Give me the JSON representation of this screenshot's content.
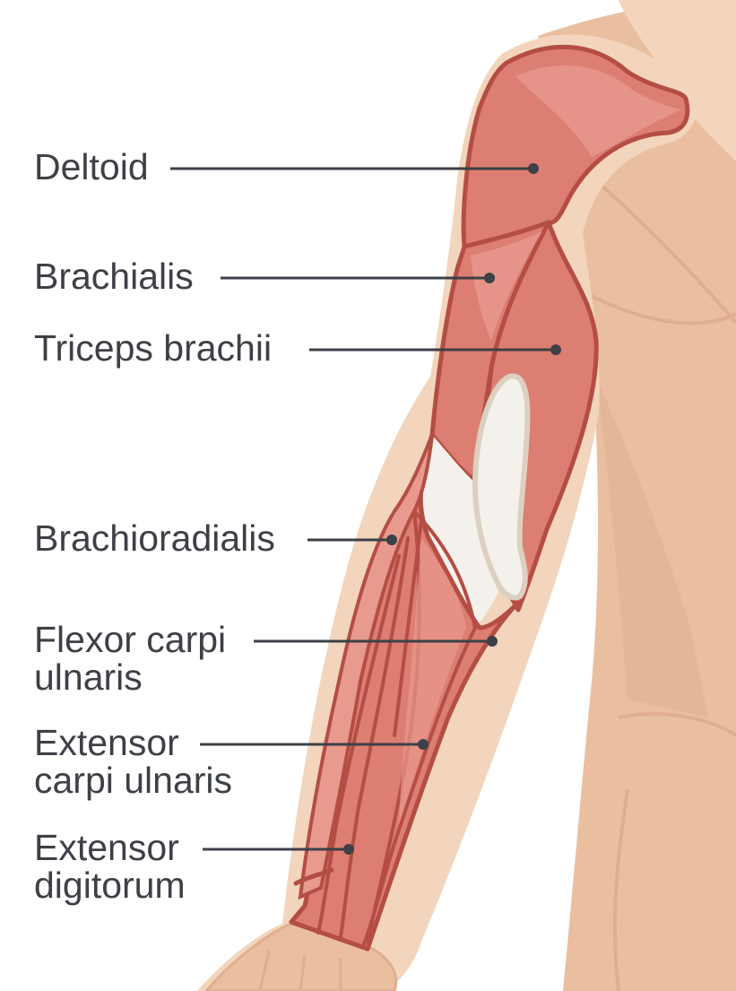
{
  "colors": {
    "skin_light": "#f2d5bc",
    "skin": "#e9bfa0",
    "skin_shadow": "#dfae8f",
    "muscle": "#dd7e72",
    "muscle_light": "#e89a8e",
    "muscle_outline": "#b44e44",
    "bone": "#f4f1ec",
    "bone_outline": "#dcd1c0",
    "leader": "#3d4047"
  },
  "labels": {
    "deltoid": {
      "lines": [
        "Deltoid"
      ]
    },
    "brachialis": {
      "lines": [
        "Brachialis"
      ]
    },
    "triceps": {
      "lines": [
        "Triceps brachii"
      ]
    },
    "brachioradialis": {
      "lines": [
        "Brachioradialis"
      ]
    },
    "flexor_carpi_ulnaris": {
      "lines": [
        "Flexor carpi",
        "ulnaris"
      ]
    },
    "extensor_carpi_ulnaris": {
      "lines": [
        "Extensor",
        "carpi ulnaris"
      ]
    },
    "extensor_digitorum": {
      "lines": [
        "Extensor",
        "digitorum"
      ]
    }
  }
}
